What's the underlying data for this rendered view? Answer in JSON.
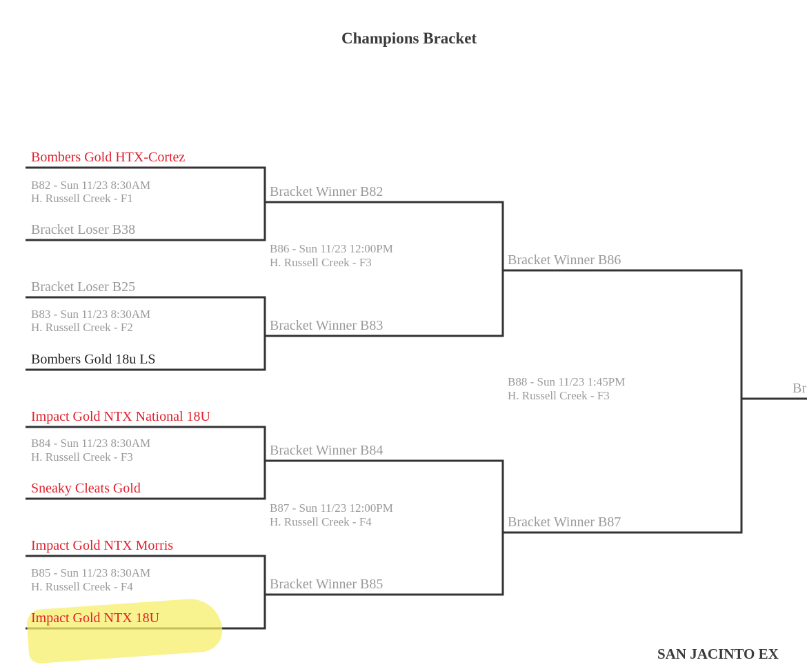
{
  "title": "Champions Bracket",
  "colors": {
    "winner_red": "#e0202c",
    "placeholder_gray": "#9a9a9a",
    "line": "#333333",
    "highlight": "#f7ef6a"
  },
  "round1": [
    {
      "top_team": "Bombers Gold HTX-Cortez",
      "game": "B82 - Sun 11/23 8:30AM",
      "field": "H. Russell Creek - F1",
      "bottom_team": "Bracket Loser B38"
    },
    {
      "top_team": "Bracket Loser B25",
      "game": "B83 - Sun 11/23 8:30AM",
      "field": "H. Russell Creek - F2",
      "bottom_team": "Bombers Gold 18u LS"
    },
    {
      "top_team": "Impact Gold NTX National 18U",
      "game": "B84 - Sun 11/23 8:30AM",
      "field": "H. Russell Creek - F3",
      "bottom_team": "Sneaky Cleats Gold"
    },
    {
      "top_team": "Impact Gold NTX Morris",
      "game": "B85 - Sun 11/23 8:30AM",
      "field": "H. Russell Creek - F4",
      "bottom_team": "Impact Gold NTX 18U",
      "bottom_highlighted": true
    }
  ],
  "round2": [
    {
      "top_team": "Bracket Winner B82",
      "game": "B86 - Sun 11/23 12:00PM",
      "field": "H. Russell Creek - F3",
      "bottom_team": "Bracket Winner B83"
    },
    {
      "top_team": "Bracket Winner B84",
      "game": "B87 - Sun 11/23 12:00PM",
      "field": "H. Russell Creek - F4",
      "bottom_team": "Bracket Winner B85"
    }
  ],
  "round3": [
    {
      "top_team": "Bracket Winner B86",
      "game": "B88 - Sun 11/23 1:45PM",
      "field": "H. Russell Creek - F3",
      "bottom_team": "Bracket Winner B87"
    }
  ],
  "round4_partial": "Br",
  "footer": "SAN JACINTO EX"
}
